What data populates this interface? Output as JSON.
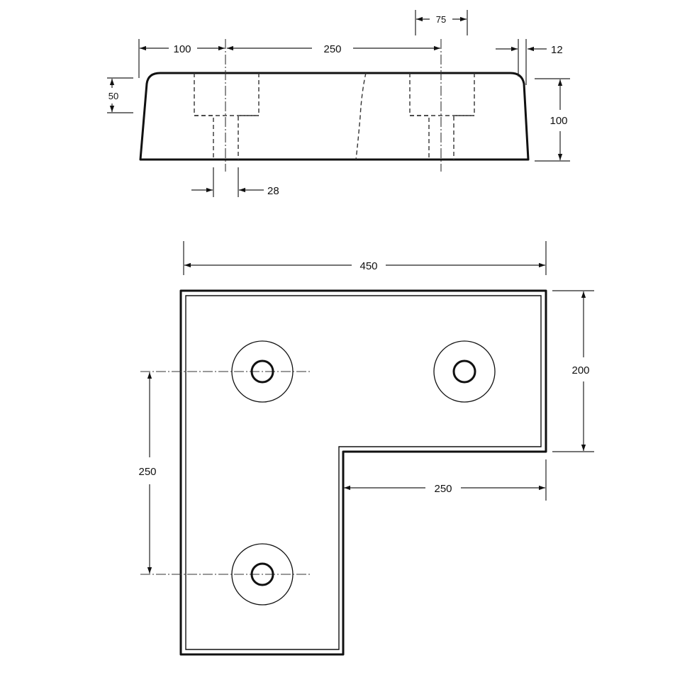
{
  "dimensions": {
    "side": {
      "left_end": "100",
      "hole_spacing": "250",
      "counterbore_dia": "75",
      "chamfer": "12",
      "counterbore_depth": "50",
      "height": "100",
      "hole_dia": "28"
    },
    "plan": {
      "overall_length": "450",
      "arm_width": "200",
      "leg_length": "250",
      "hole_spacing_vertical": "250"
    }
  }
}
